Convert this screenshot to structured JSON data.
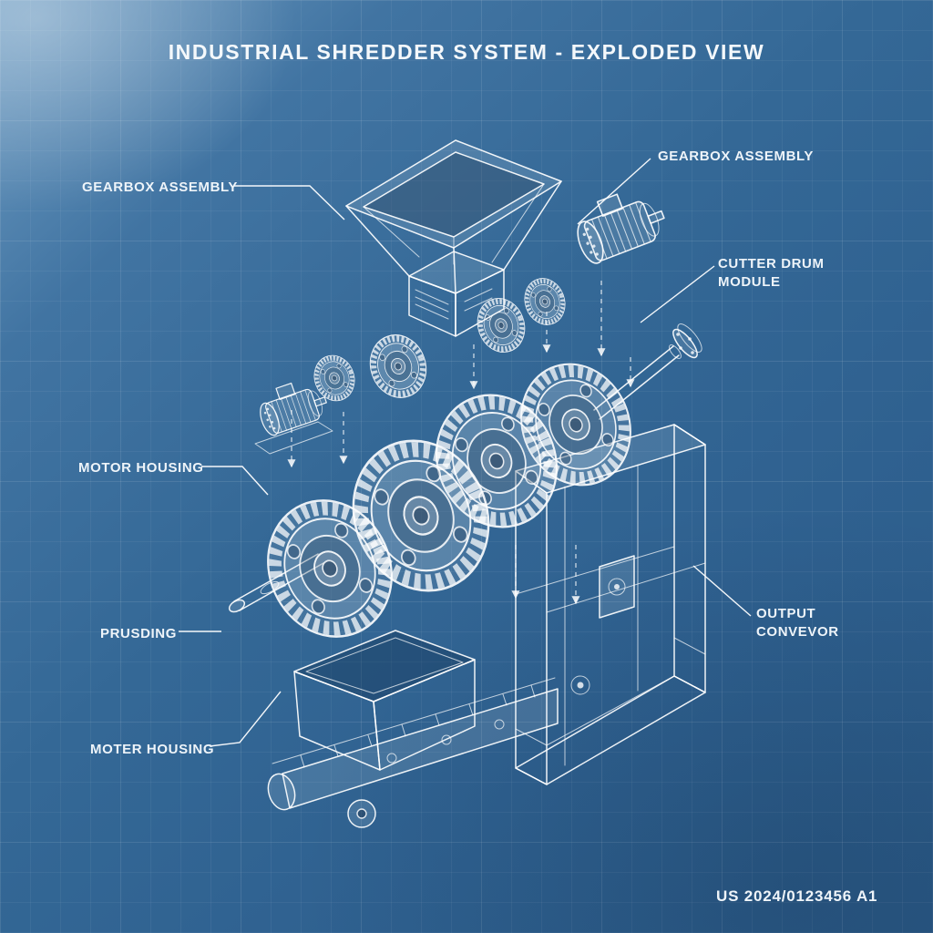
{
  "title": "INDUSTRIAL SHREDDER SYSTEM - EXPLODED VIEW",
  "labels": {
    "gearbox_assembly_left": "GEARBOX ASSEMBLY",
    "gearbox_assembly_right": "GEARBOX ASSEMBLY",
    "cutter_drum_module": "CUTTER DRUM MODULE",
    "motor_housing": "MOTOR HOUSING",
    "prusding": "PRUSDING",
    "moter_housing": "MOTER HOUSING",
    "output_conveyor": "OUTPUT CONVEVOR"
  },
  "footer": {
    "patent_number": "US 2024/0123456 A1"
  },
  "style": {
    "background_blue": "#336895",
    "line_color": "#ffffff",
    "text_color": "#f2f6fa"
  }
}
